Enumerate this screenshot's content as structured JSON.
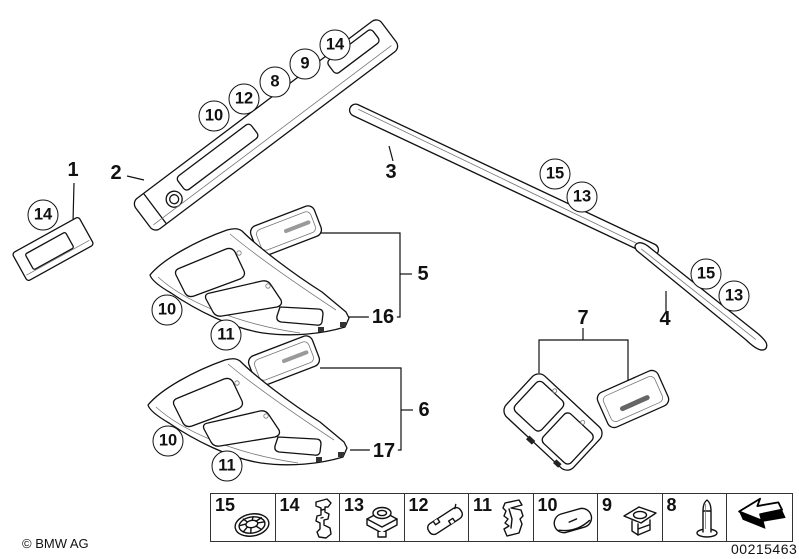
{
  "branding": {
    "copyright": "© BMW AG"
  },
  "doc": {
    "number": "00215463"
  },
  "callouts": [
    {
      "label": "14"
    },
    {
      "label": "10"
    },
    {
      "label": "12"
    },
    {
      "label": "8"
    },
    {
      "label": "9"
    },
    {
      "label": "14"
    },
    {
      "label": "15"
    },
    {
      "label": "13"
    },
    {
      "label": "15"
    },
    {
      "label": "13"
    },
    {
      "label": "10"
    },
    {
      "label": "11"
    },
    {
      "label": "10"
    },
    {
      "label": "11"
    }
  ],
  "part_labels": [
    {
      "text": "1"
    },
    {
      "text": "2"
    },
    {
      "text": "3"
    },
    {
      "text": "4"
    },
    {
      "text": "5"
    },
    {
      "text": "16"
    },
    {
      "text": "6"
    },
    {
      "text": "17"
    },
    {
      "text": "7"
    }
  ],
  "legend": {
    "cells": [
      {
        "number": "15",
        "icon": "speed-nut-washer-icon"
      },
      {
        "number": "14",
        "icon": "retaining-clip-icon"
      },
      {
        "number": "13",
        "icon": "grommet-nut-icon"
      },
      {
        "number": "12",
        "icon": "spring-clip-icon"
      },
      {
        "number": "11",
        "icon": "folded-clip-icon"
      },
      {
        "number": "10",
        "icon": "oval-cap-icon"
      },
      {
        "number": "9",
        "icon": "clip-nut-icon"
      },
      {
        "number": "8",
        "icon": "expansion-rivet-icon"
      }
    ],
    "arrow_icon": "next-diagram-arrow-icon"
  }
}
